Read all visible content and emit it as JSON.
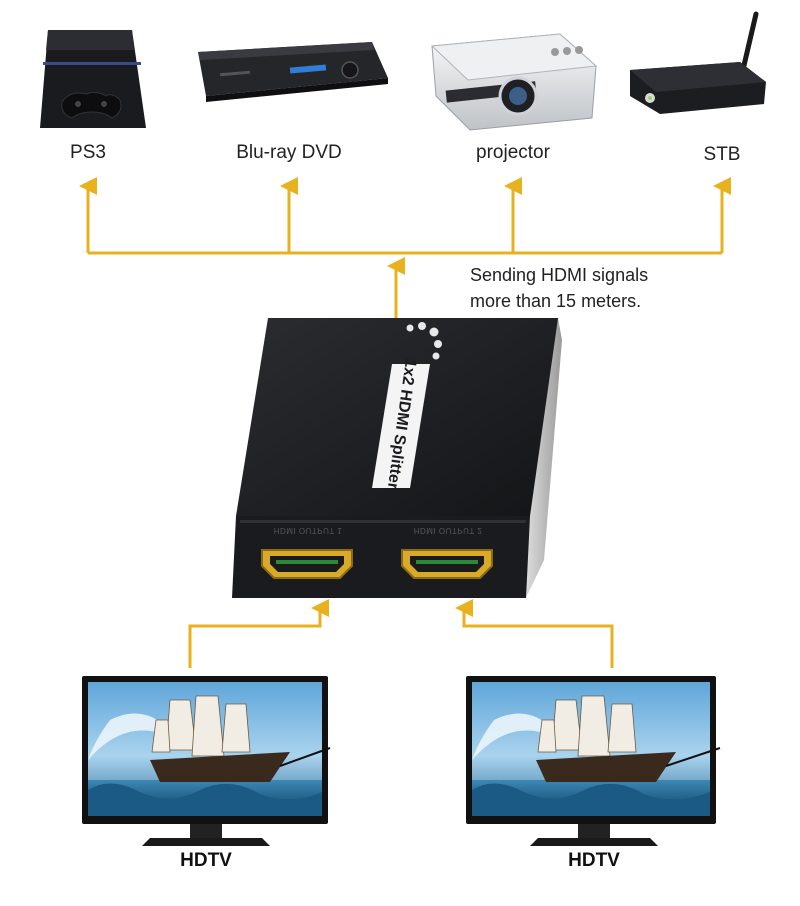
{
  "devices": {
    "ps3": "PS3",
    "bluray": "Blu-ray DVD",
    "projector": "projector",
    "stb": "STB"
  },
  "note": {
    "line1": "Sending HDMI signals",
    "line2": "more than 15 meters."
  },
  "splitter": {
    "label": "1x2 HDMI Splitter",
    "port1": "HDMI OUTPUT 1",
    "port2": "HDMI OUTPUT 2"
  },
  "tvs": {
    "left": "HDTV",
    "right": "HDTV"
  },
  "colors": {
    "connector": "#e8b21f",
    "device_body": "#1c1d20"
  }
}
